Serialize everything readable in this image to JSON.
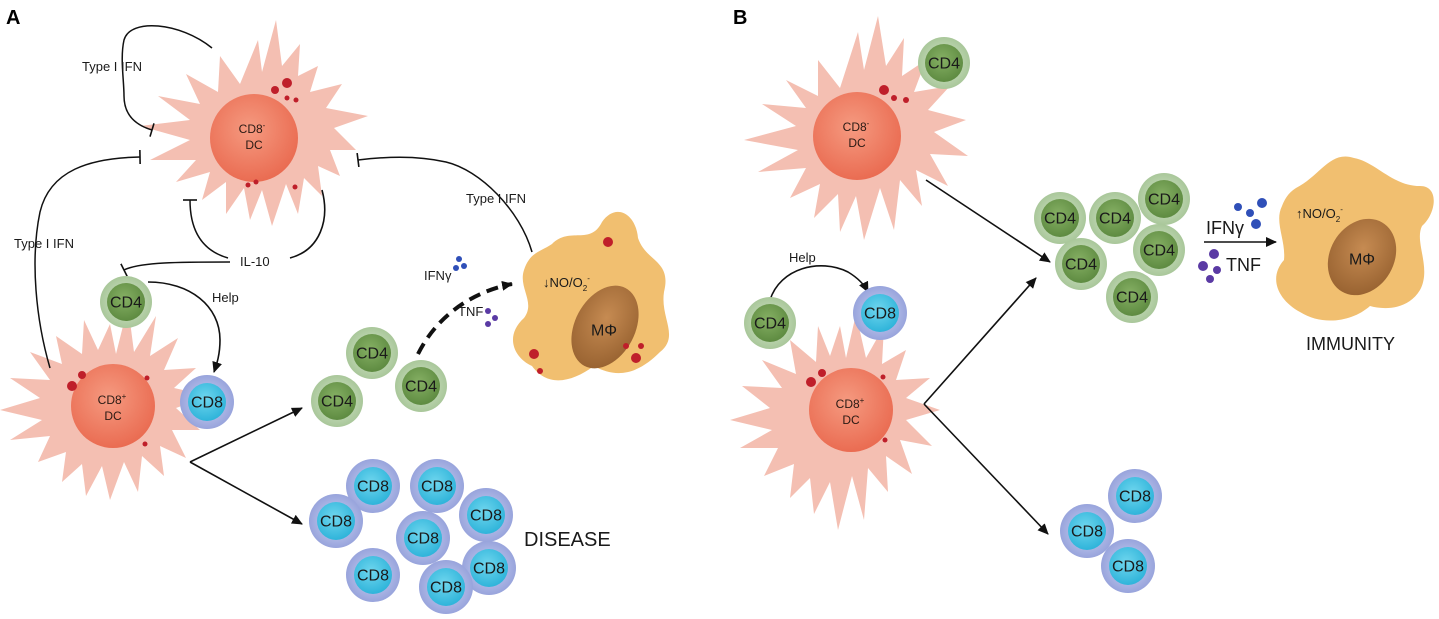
{
  "panels": {
    "a": "A",
    "b": "B"
  },
  "colors": {
    "dc_body": "#f4bfb2",
    "dc_nucleus": "#ef7f64",
    "cd4_outer": "#b9d3ad",
    "cd4_inner": "#6f9c4e",
    "cd8_outer": "#aab4e4",
    "cd8_inner": "#44c4e4",
    "macrophage": "#f1bf70",
    "mac_nucleus": "#b07842",
    "granule": "#bf1f2a",
    "ifng_dot": "#2f4fb8",
    "tnf_dot": "#5a3aa4"
  },
  "panel_a": {
    "cd8neg_dc": {
      "line1": "CD8",
      "sup": "-",
      "line2": "DC"
    },
    "cd8pos_dc": {
      "line1": "CD8",
      "sup": "+",
      "line2": "DC"
    },
    "type1_ifn_top": "Type I IFN",
    "type1_ifn_left": "Type I IFN",
    "type1_ifn_mac": "Type I IFN",
    "il10": "IL-10",
    "help": "Help",
    "cd4_help": "CD4",
    "cd8_help": "CD8",
    "cd4_cells": [
      "CD4",
      "CD4",
      "CD4"
    ],
    "cd8_cells": [
      "CD8",
      "CD8",
      "CD8",
      "CD8",
      "CD8",
      "CD8",
      "CD8"
    ],
    "ifng": "IFNγ",
    "tnf": "TNF",
    "no_label": {
      "arrow": "↓",
      "text": "NO/O",
      "sub": "2",
      "sup": "-"
    },
    "macrophage": "MΦ",
    "outcome": "DISEASE"
  },
  "panel_b": {
    "cd8neg_dc": {
      "line1": "CD8",
      "sup": "-",
      "line2": "DC"
    },
    "cd8pos_dc": {
      "line1": "CD8",
      "sup": "+",
      "line2": "DC"
    },
    "cd4_top": "CD4",
    "help": "Help",
    "cd4_help": "CD4",
    "cd8_help": "CD8",
    "cd4_cells": [
      "CD4",
      "CD4",
      "CD4",
      "CD4",
      "CD4",
      "CD4"
    ],
    "cd8_cells": [
      "CD8",
      "CD8",
      "CD8"
    ],
    "ifng": "IFNγ",
    "tnf": "TNF",
    "no_label": {
      "arrow": "↑",
      "text": "NO/O",
      "sub": "2",
      "sup": "-"
    },
    "macrophage": "MΦ",
    "outcome": "IMMUNITY"
  }
}
